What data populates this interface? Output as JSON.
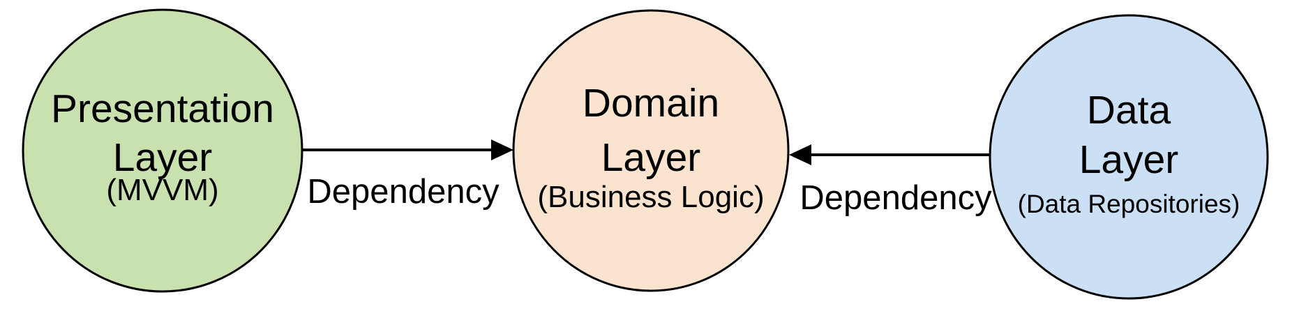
{
  "diagram": {
    "background": "#ffffff",
    "stroke_color": "#000000",
    "edge_label_color": "#99AAD5",
    "nodes": [
      {
        "name": "Presentation Layer",
        "line1": "Presentation",
        "line2": "Layer",
        "sublabel": "(MVVM)",
        "fill": "#C9E1AE"
      },
      {
        "name": "Domain Layer",
        "line1": "Domain",
        "line2": "Layer",
        "sublabel": "(Business Logic)",
        "fill": "#FAE4CF"
      },
      {
        "name": "Data Layer",
        "line1": "Data",
        "line2": "Layer",
        "sublabel": "(Data Repositories)",
        "fill": "#CBE0F4"
      }
    ],
    "edges": [
      {
        "label": "Dependency",
        "from": "Presentation Layer",
        "to": "Domain Layer",
        "direction": "right"
      },
      {
        "label": "Dependency",
        "from": "Data Layer",
        "to": "Domain Layer",
        "direction": "left"
      }
    ]
  }
}
